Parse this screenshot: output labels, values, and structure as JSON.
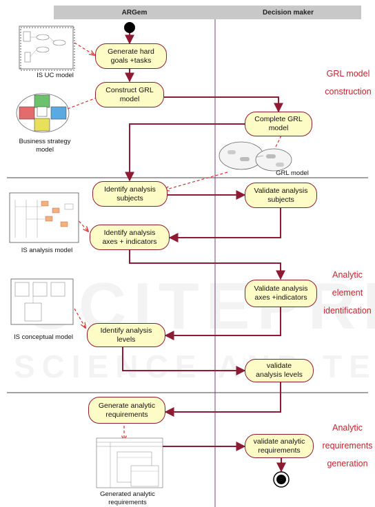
{
  "headers": {
    "left": "ARGem",
    "right": "Decision maker"
  },
  "activities": {
    "generate_goals": [
      "Generate hard",
      "goals +tasks"
    ],
    "construct_grl": [
      "Construct GRL",
      "model"
    ],
    "complete_grl": [
      "Complete GRL",
      "model"
    ],
    "identify_subjects": [
      "Identify analysis",
      "subjects"
    ],
    "validate_subjects": [
      "Validate analysis",
      "subjects"
    ],
    "identify_axes": [
      "Identify analysis",
      "axes + indicators"
    ],
    "validate_axes": [
      "Validate analysis",
      "axes +indicators"
    ],
    "identify_levels": [
      "Identify analysis",
      "levels"
    ],
    "validate_levels": [
      "validate",
      "analysis levels"
    ],
    "generate_requirements": [
      "Generate analytic",
      "requirements"
    ],
    "validate_requirements": [
      "validate analytic",
      "requirements"
    ]
  },
  "artifacts": {
    "is_uc_model": "IS UC model",
    "business_strategy_model": [
      "Business strategy",
      "model"
    ],
    "grl_model": "GRL model",
    "is_analysis_model": "IS analysis model",
    "is_conceptual_model": "IS conceptual model",
    "generated_requirements": [
      "Generated analytic",
      "requirements"
    ]
  },
  "phases": {
    "grl_construction": [
      "GRL model",
      "construction"
    ],
    "element_identification": [
      "Analytic",
      "element",
      "identification"
    ],
    "requirements_generation": [
      "Analytic",
      "requirements",
      "generation"
    ]
  },
  "watermark": {
    "line1": "SCITEPRESS",
    "line2": "SCIENCE AND TECHNOLOGY"
  },
  "colors": {
    "flow": "#8e1b34",
    "dashed": "#e0302c",
    "activity_fill": "#fdfbc6",
    "phase_text": "#c0272d",
    "swimlane_line": "#7a3f7a"
  }
}
